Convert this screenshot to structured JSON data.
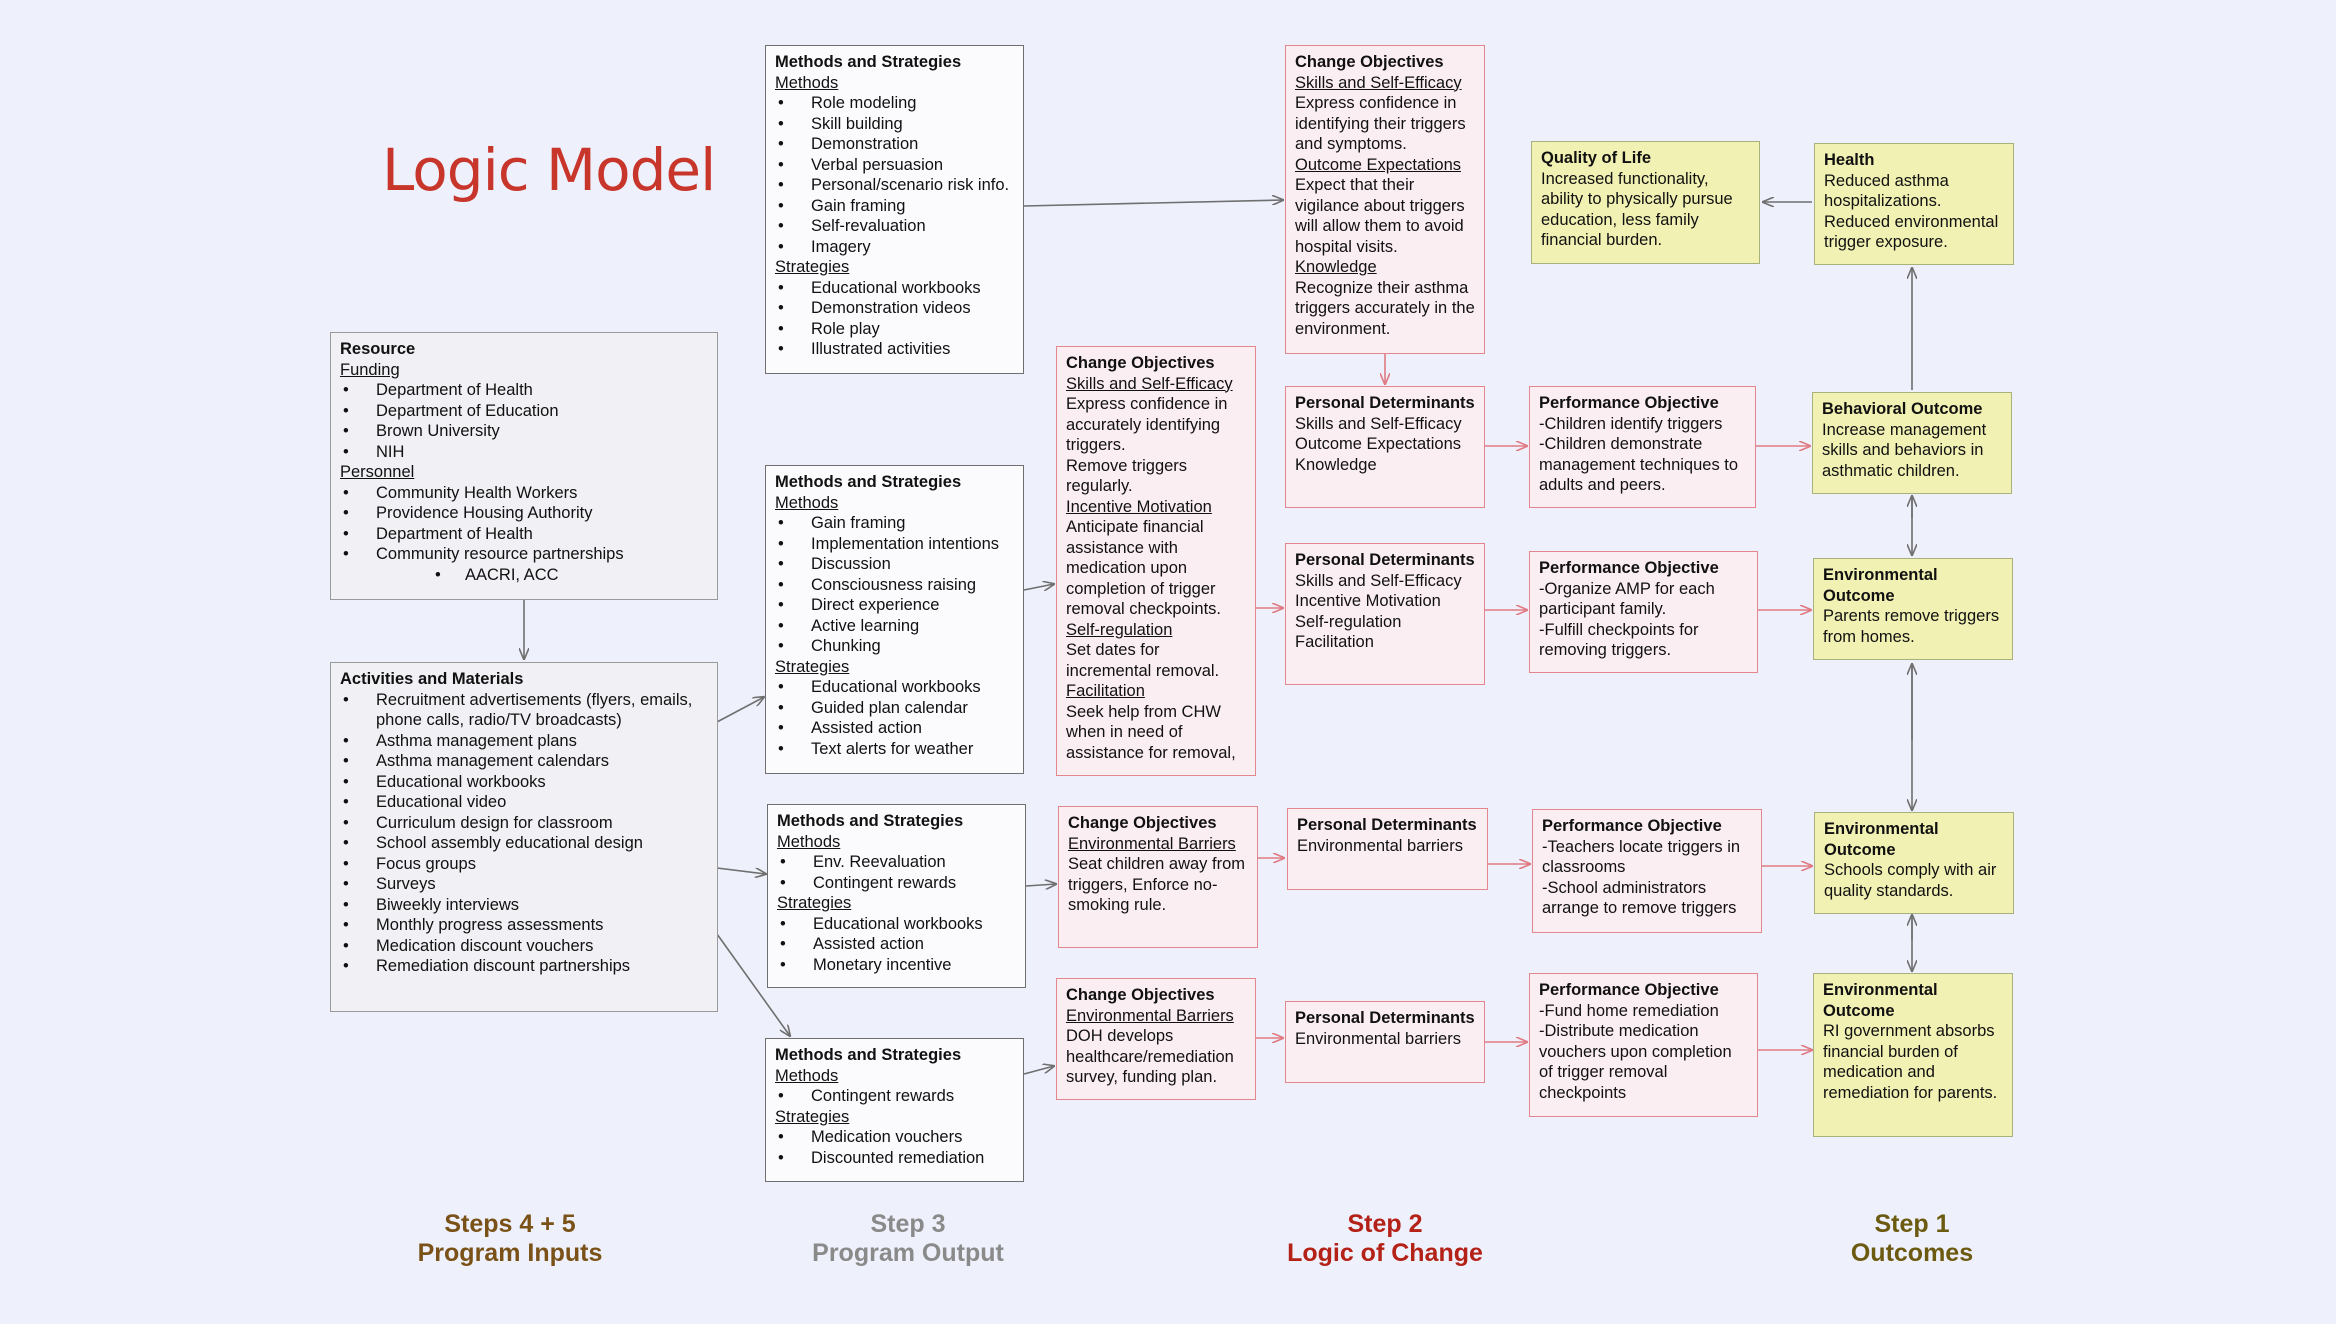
{
  "title": "Logic Model",
  "colors": {
    "title": "#c8352b",
    "pink_border": "#e4868e",
    "yellow_fill": "#f1f1b3",
    "step_inputs": "#7a5218",
    "step_output": "#8a8a8a",
    "step_change": "#b42116",
    "step_outcomes": "#6b5a10"
  },
  "resource": {
    "heading": "Resource",
    "funding_label": "Funding",
    "funding": [
      "Department of Health",
      "Department of Education",
      "Brown University",
      "NIH"
    ],
    "personnel_label": "Personnel",
    "personnel": [
      "Community Health Workers",
      "Providence Housing Authority",
      "Department of Health",
      "Community resource partnerships"
    ],
    "personnel_sub": "AACRI, ACC"
  },
  "activities": {
    "heading": "Activities and Materials",
    "items": [
      "Recruitment advertisements (flyers, emails, phone calls, radio/TV broadcasts)",
      "Asthma management plans",
      "Asthma management calendars",
      "Educational workbooks",
      "Educational video",
      "Curriculum design for classroom",
      "School assembly educational design",
      "Focus groups",
      "Surveys",
      "Biweekly interviews",
      "Monthly progress assessments",
      "Medication discount vouchers",
      "Remediation discount partnerships"
    ]
  },
  "methods": [
    {
      "heading": "Methods and Strategies",
      "methods_label": "Methods",
      "methods": [
        "Role modeling",
        "Skill building",
        "Demonstration",
        "Verbal persuasion",
        "Personal/scenario risk info.",
        "Gain framing",
        "Self-revaluation",
        "Imagery"
      ],
      "strategies_label": "Strategies",
      "strategies": [
        "Educational workbooks",
        "Demonstration videos",
        "Role play",
        "Illustrated activities"
      ]
    },
    {
      "heading": "Methods and Strategies",
      "methods_label": "Methods",
      "methods": [
        "Gain framing",
        "Implementation intentions",
        "Discussion",
        "Consciousness raising",
        "Direct experience",
        "Active learning",
        "Chunking"
      ],
      "strategies_label": "Strategies",
      "strategies": [
        "Educational workbooks",
        "Guided plan calendar",
        "Assisted action",
        "Text alerts for weather"
      ]
    },
    {
      "heading": "Methods and Strategies",
      "methods_label": "Methods",
      "methods": [
        "Env. Reevaluation",
        "Contingent rewards"
      ],
      "strategies_label": "Strategies",
      "strategies": [
        "Educational workbooks",
        "Assisted action",
        "Monetary incentive"
      ]
    },
    {
      "heading": "Methods and Strategies",
      "methods_label": "Methods",
      "methods": [
        "Contingent rewards"
      ],
      "strategies_label": "Strategies",
      "strategies": [
        "Medication vouchers",
        "Discounted remediation"
      ]
    }
  ],
  "change_top": {
    "heading": "Change Objectives",
    "s1_label": "Skills and Self-Efficacy",
    "s1_text": "Express confidence in identifying their triggers and symptoms.",
    "s2_label": "Outcome Expectations",
    "s2_text": "Expect that their vigilance about triggers will allow them to avoid hospital visits.",
    "s3_label": "Knowledge",
    "s3_text": "Recognize their asthma triggers accurately in the environment."
  },
  "change_mid": {
    "heading": "Change Objectives",
    "s1_label": "Skills and Self-Efficacy",
    "s1_text": "Express confidence in accurately identifying triggers.",
    "s1_text2": "Remove triggers regularly.",
    "s2_label": "Incentive Motivation",
    "s2_text": "Anticipate financial assistance with medication upon completion of trigger removal checkpoints.",
    "s3_label": "Self-regulation",
    "s3_text": "Set dates for incremental removal.",
    "s4_label": "Facilitation",
    "s4_text": "Seek help from CHW when in need of assistance for removal,"
  },
  "change_env1": {
    "heading": "Change Objectives",
    "label": "Environmental Barriers",
    "text": "Seat children away from triggers, Enforce no-smoking rule."
  },
  "change_env2": {
    "heading": "Change Objectives",
    "label": "Environmental Barriers",
    "text": "DOH develops healthcare/remediation survey, funding plan."
  },
  "determinants": [
    {
      "heading": "Personal Determinants",
      "lines": [
        "Skills and Self-Efficacy",
        "Outcome Expectations",
        "Knowledge"
      ]
    },
    {
      "heading": "Personal Determinants",
      "lines": [
        "Skills and Self-Efficacy",
        "Incentive Motivation",
        "Self-regulation",
        "Facilitation"
      ]
    },
    {
      "heading": "Personal Determinants",
      "lines": [
        "Environmental barriers"
      ]
    },
    {
      "heading": "Personal Determinants",
      "lines": [
        "Environmental barriers"
      ]
    }
  ],
  "performance": [
    {
      "heading": "Performance Objective",
      "lines": [
        "-Children identify triggers",
        "-Children demonstrate management techniques to adults and peers."
      ]
    },
    {
      "heading": "Performance Objective",
      "lines": [
        "-Organize AMP for each participant family.",
        "-Fulfill checkpoints for removing triggers."
      ]
    },
    {
      "heading": "Performance Objective",
      "lines": [
        "-Teachers locate triggers in classrooms",
        "-School administrators arrange to remove triggers"
      ]
    },
    {
      "heading": "Performance Objective",
      "lines": [
        "-Fund home remediation",
        "-Distribute medication vouchers upon completion of trigger removal checkpoints"
      ]
    }
  ],
  "quality_of_life": {
    "heading": "Quality of Life",
    "text": "Increased functionality, ability to physically pursue education, less family financial burden."
  },
  "health": {
    "heading": "Health",
    "text": "Reduced asthma hospitalizations. Reduced environmental trigger exposure."
  },
  "behavioral": {
    "heading": "Behavioral Outcome",
    "text": "Increase management skills and behaviors in asthmatic children."
  },
  "env_outcomes": [
    {
      "heading": "Environmental Outcome",
      "text": "Parents remove triggers from homes."
    },
    {
      "heading": "Environmental Outcome",
      "text": "Schools comply with air quality standards."
    },
    {
      "heading": "Environmental Outcome",
      "text": "RI government absorbs financial burden of medication and remediation for parents."
    }
  ],
  "steps": [
    {
      "line1": "Steps 4 + 5",
      "line2": "Program Inputs"
    },
    {
      "line1": "Step 3",
      "line2": "Program Output"
    },
    {
      "line1": "Step 2",
      "line2": "Logic of Change"
    },
    {
      "line1": "Step 1",
      "line2": "Outcomes"
    }
  ]
}
